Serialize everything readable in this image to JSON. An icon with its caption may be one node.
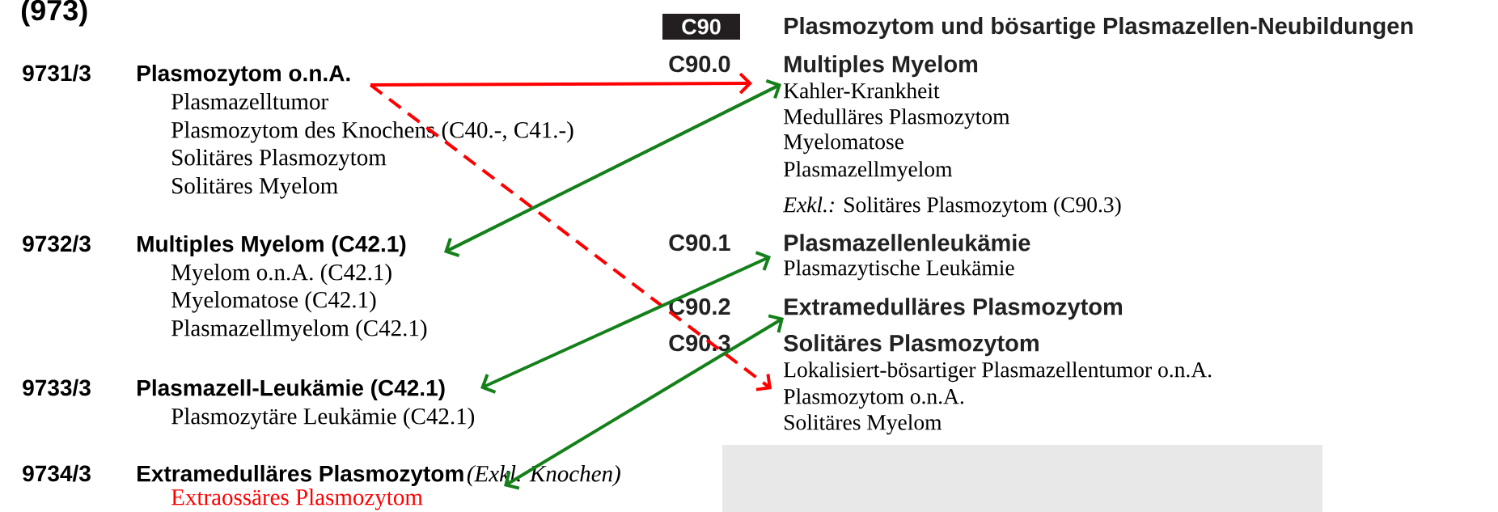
{
  "diagram": {
    "title": "(973)",
    "nodes": [
      {
        "text": [
          "Plasmozytom o.n.A.",
          "Plasmazelltumor",
          "Plasmozytom des Knochens (C40.-, C41.-)",
          "Solitäres Plasmozytom",
          "Solitäres Myelom"
        ],
        "beside": [
          "9731/3"
        ]
      },
      {
        "text": [
          "Multiples Myelom (C42.1)",
          "Myelom o.n.A. (C42.1)",
          "Myelomatose (C42.1)",
          "Plasmazellmyelom (C42.1)"
        ],
        "beside": [
          "9732/3"
        ]
      },
      {
        "text": [
          "Plasmazell-Leukämie (C42.1)",
          "Plasmozytäre Leukämie (C42.1)"
        ],
        "beside": [
          "9733/3"
        ]
      },
      {
        "text": [
          "Extramedulläres Plasmozytom",
          "(Exkl. Knochen)",
          "Extraossäres Plasmozytom"
        ],
        "beside": [
          "9734/3"
        ]
      },
      {
        "text": [
          "C90",
          "Plasmozytom und bösartige Plasmazellen-Neubildungen"
        ]
      },
      {
        "text": [
          "Multiples Myelom",
          "Kahler-Krankheit",
          "Medulläres Plasmozytom",
          "Myelomatose",
          "Plasmazellmyelom",
          "*Exkl.:* Solitäres Plasmozytom (C90.3)"
        ]
      },
      {
        "text": [
          "Plasmazellenleukämie",
          "Plasmazytische Leukämie"
        ]
      },
      {
        "text": [
          "Extramedulläres Plasmozytom"
        ]
      },
      {
        "text": [
          "Solitäres Plasmozytom",
          "Lokalisiert-bösartiger Plasmazellentumor o.n.A.",
          "Plasmozytom o.n.A.",
          "Solitäres Myelom"
        ]
      }
    ],
    "labels": [
      "C90.0",
      "C90.1",
      "C90.2",
      "C90.3"
    ],
    "edges": [
      {
        "from": 0,
        "to": 5,
        "arrow": "to",
        "color": "#ff0000"
      },
      {
        "from": 0,
        "to": 8,
        "arrow": "to",
        "style": "dashed",
        "color": "#ff0000"
      },
      {
        "from": 1,
        "to": 5,
        "arrow": "both"
      },
      {
        "from": 2,
        "to": 6,
        "arrow": "both"
      },
      {
        "from": 3,
        "to": 7,
        "arrow": "both"
      }
    ]
  }
}
